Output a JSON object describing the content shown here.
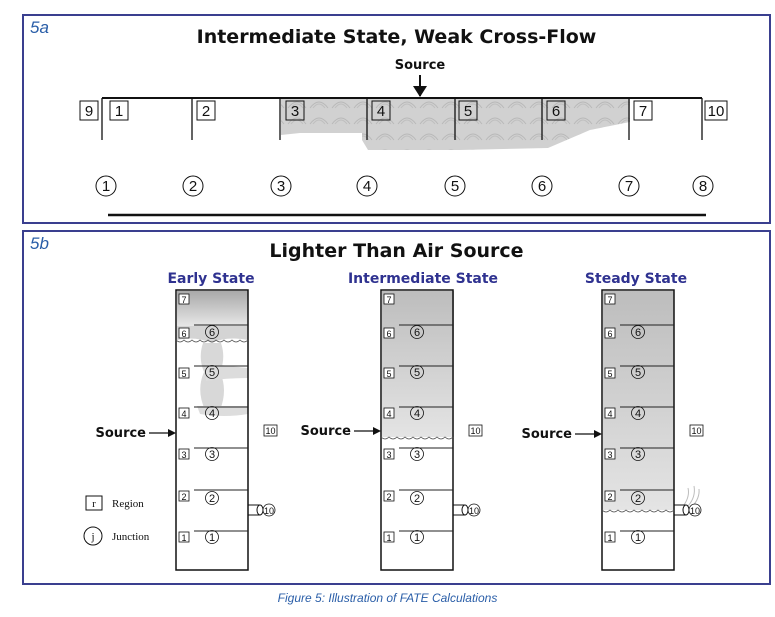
{
  "panel_a": {
    "label": "5a",
    "title": "Intermediate State, Weak Cross-Flow",
    "source_label": "Source",
    "regions": [
      "9",
      "1",
      "2",
      "3",
      "4",
      "5",
      "6",
      "7",
      "10"
    ],
    "junctions": [
      "1",
      "2",
      "3",
      "4",
      "5",
      "6",
      "7",
      "8"
    ]
  },
  "panel_b": {
    "label": "5b",
    "title": "Lighter Than Air Source",
    "columns": [
      {
        "title": "Early State",
        "source_label": "Source"
      },
      {
        "title": "Intermediate State",
        "source_label": "Source"
      },
      {
        "title": "Steady State",
        "source_label": "Source"
      }
    ],
    "regions": [
      "1",
      "2",
      "3",
      "4",
      "5",
      "6",
      "7"
    ],
    "junctions": [
      "1",
      "2",
      "3",
      "4",
      "5",
      "6"
    ],
    "outside_region": "10",
    "outside_junction": "10",
    "legend": {
      "region_symbol": "r",
      "region_label": "Region",
      "junction_symbol": "j",
      "junction_label": "Junction"
    }
  },
  "caption": "Figure 5:  Illustration of FATE Calculations"
}
